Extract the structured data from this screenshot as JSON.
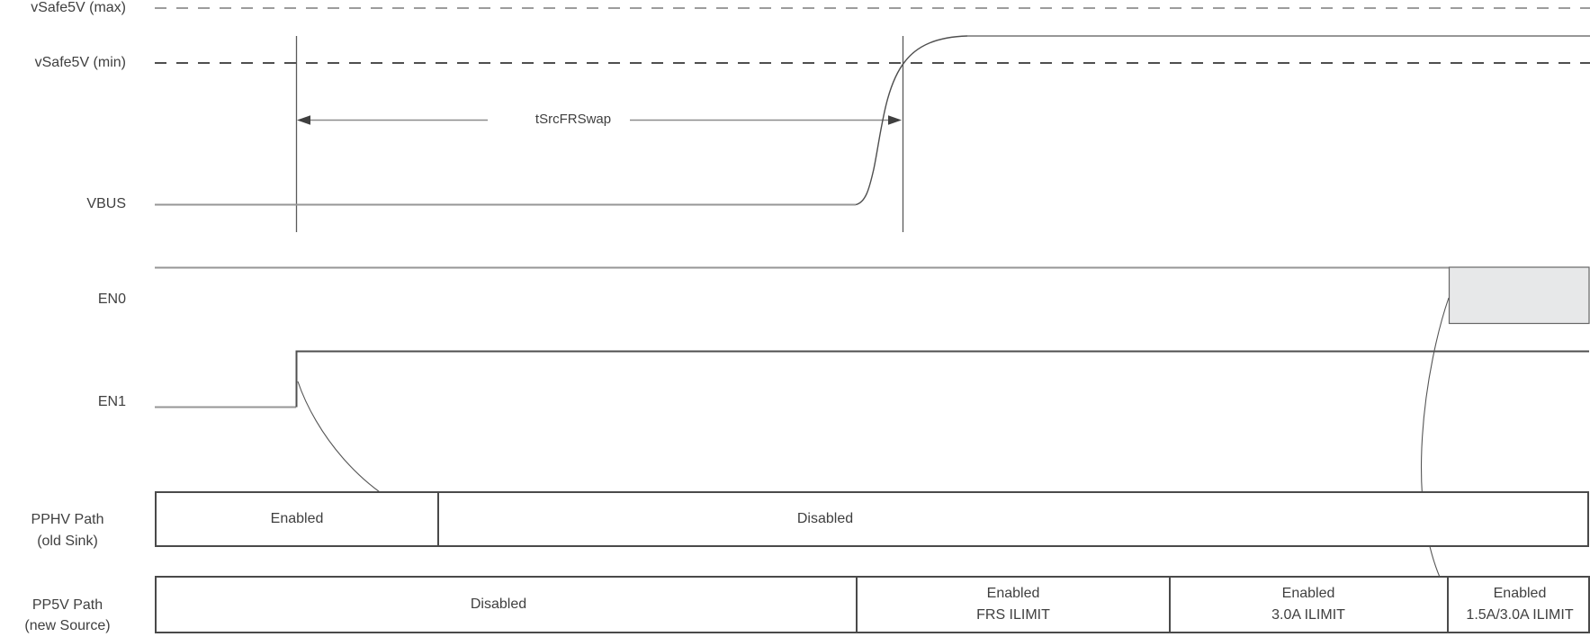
{
  "diagram": {
    "reference_levels": {
      "max": {
        "label": "vSafe5V (max)"
      },
      "min": {
        "label": "vSafe5V (min)"
      }
    },
    "timing_annotation": {
      "label": "tSrcFRSwap"
    },
    "signals": {
      "vbus": {
        "label": "VBUS"
      },
      "en0": {
        "label": "EN0"
      },
      "en1": {
        "label": "EN1"
      },
      "pphv_path": {
        "label_line1": "PPHV Path",
        "label_line2": "(old Sink)",
        "segments": [
          {
            "line1": "Enabled",
            "line2": ""
          },
          {
            "line1": "Disabled",
            "line2": ""
          }
        ]
      },
      "pp5v_path": {
        "label_line1": "PP5V Path",
        "label_line2": "(new Source)",
        "segments": [
          {
            "line1": "Disabled",
            "line2": ""
          },
          {
            "line1": "Enabled",
            "line2": "FRS ILIMIT"
          },
          {
            "line1": "Enabled",
            "line2": "3.0A ILIMIT"
          },
          {
            "line1": "Enabled",
            "line2": "1.5A/3.0A ILIMIT"
          }
        ]
      }
    },
    "colors": {
      "signal_gray": "#969696",
      "signal_dark": "#4f4f4f",
      "reference_dash_light": "#9c9c9c",
      "dont_care_fill": "#e7e8e9",
      "box_border": "#4a4a4a",
      "text": "#3f3f3f"
    }
  }
}
